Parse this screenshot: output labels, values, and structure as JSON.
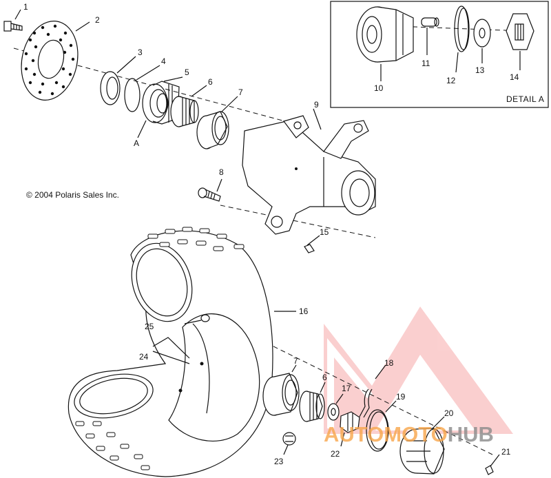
{
  "copyright": "© 2004 Polaris Sales Inc.",
  "detail_label": "DETAIL A",
  "callouts": {
    "c1": "1",
    "c2": "2",
    "c3": "3",
    "c4": "4",
    "c5": "5",
    "c6": "6",
    "c7": "7",
    "c8": "8",
    "c9": "9",
    "c10": "10",
    "c11": "11",
    "c12": "12",
    "c13": "13",
    "c14": "14",
    "c15": "15",
    "c16": "16",
    "c17": "17",
    "c18": "18",
    "c19": "19",
    "c20": "20",
    "c21": "21",
    "c22": "22",
    "c23": "23",
    "c24": "24",
    "c25": "25",
    "c6b": "6",
    "c7b": "7",
    "cA": "A"
  },
  "watermark": {
    "part1": "AUTOMOTO",
    "part2": "HUB",
    "color1": "#f7a54a",
    "color2": "#8a8a8a",
    "logo_color": "#f26b6b"
  }
}
